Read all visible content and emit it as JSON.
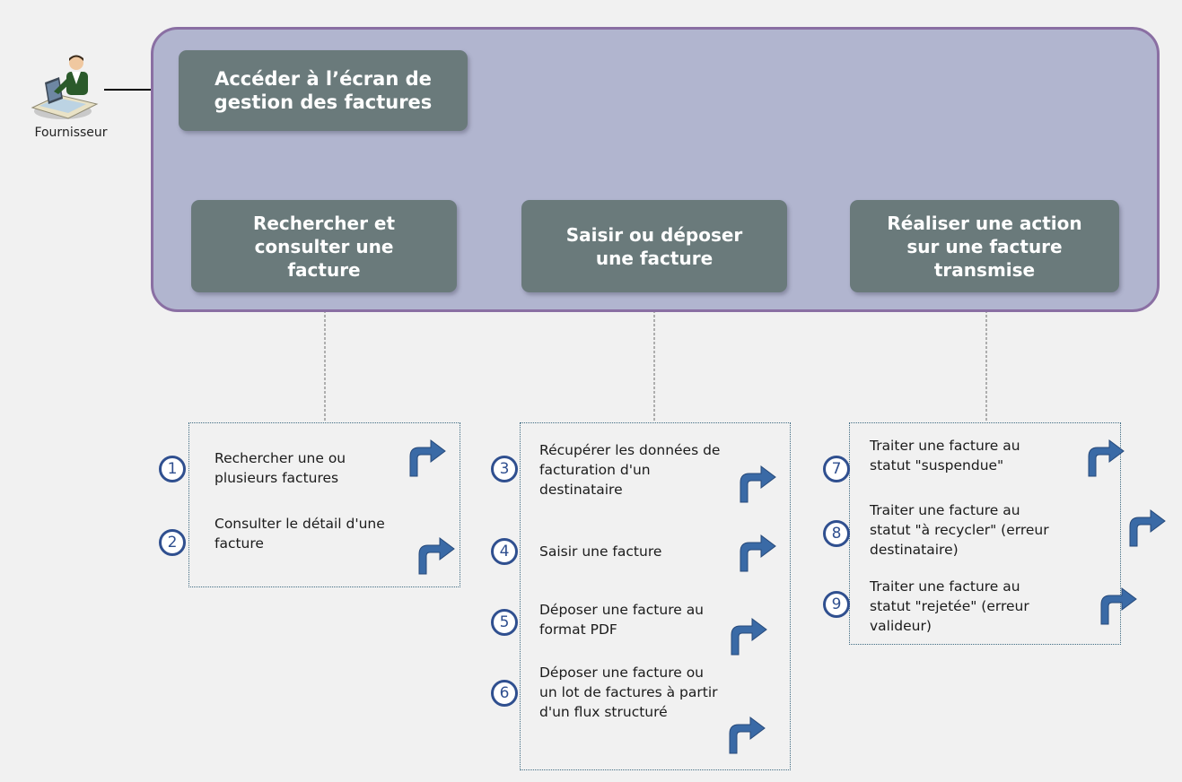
{
  "actor": {
    "label": "Fournisseur",
    "icon": "user-at-computer-icon"
  },
  "top_box": {
    "line1": "Accéder à l’écran de",
    "line2": "gestion des factures"
  },
  "categories": [
    {
      "line1": "Rechercher et",
      "line2": "consulter une",
      "line3": "facture"
    },
    {
      "line1": "Saisir ou déposer",
      "line2": "une facture"
    },
    {
      "line1": "Réaliser  une action",
      "line2": "sur une facture",
      "line3": "transmise"
    }
  ],
  "steps": [
    {
      "number": "1",
      "line1": "Rechercher une ou",
      "line2": "plusieurs factures"
    },
    {
      "number": "2",
      "line1": "Consulter le détail d'une",
      "line2": "facture"
    },
    {
      "number": "3",
      "line1": "Récupérer les données de",
      "line2": "facturation d'un",
      "line3": "destinataire"
    },
    {
      "number": "4",
      "line1": "Saisir une facture"
    },
    {
      "number": "5",
      "line1": "Déposer une facture au",
      "line2": "format PDF"
    },
    {
      "number": "6",
      "line1": "Déposer une facture ou",
      "line2": "un lot de factures à partir",
      "line3": "d'un flux structuré"
    },
    {
      "number": "7",
      "line1": "Traiter une facture au",
      "line2": "statut \"suspendue\""
    },
    {
      "number": "8",
      "line1": "Traiter une facture au",
      "line2": "statut \"à recycler\" (erreur",
      "line3": "destinataire)"
    },
    {
      "number": "9",
      "line1": "Traiter une facture au",
      "line2": "statut \"rejetée\" (erreur",
      "line3": "valideur)"
    }
  ],
  "colors": {
    "container_fill": "#b1b5cf",
    "container_border": "#8a6fa3",
    "box_fill": "#6a7a7b",
    "number_circle": "#2f4f8f",
    "link_arrow": "#3a6aa6"
  }
}
